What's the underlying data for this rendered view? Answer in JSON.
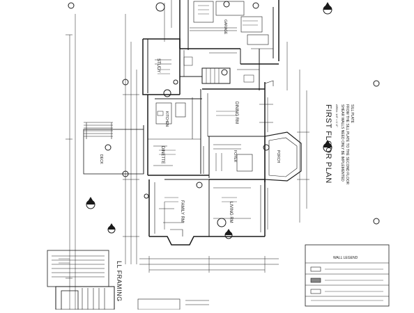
{
  "sheet": {
    "title": "FIRST FLOOR PLAN",
    "scale": "AREA: 1/4\" = 1'-0\"",
    "note_line1": "SHEAR WALLS NEED ONLY BE IMPLEMENTED",
    "note_line2": "FROM THE SILL PLATE TO THE SECOND FLOOR",
    "note_line3": "SILL PLATE",
    "wall_framing_title": "LL FRAMING"
  },
  "rooms": {
    "study": "STUDY",
    "kitchen": "KITCHEN",
    "dinette": "DINETTE",
    "dining": "DINING RM",
    "family": "FAMILY RM",
    "living": "LIVING RM",
    "foyer": "FOYER",
    "porch": "PORCH",
    "deck": "DECK",
    "garage": "GARAGE"
  },
  "legend": {
    "title": "WALL LEGEND"
  },
  "colors": {
    "line": "#1a1a1a",
    "background": "#ffffff"
  }
}
